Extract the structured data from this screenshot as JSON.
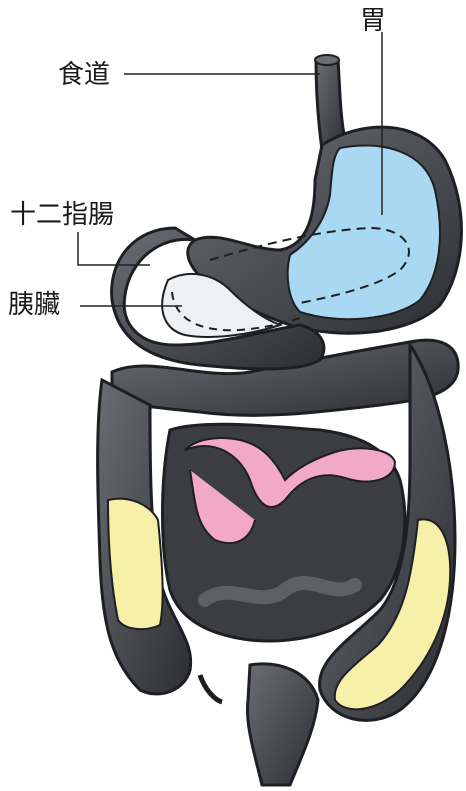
{
  "labels": {
    "esophagus": "食道",
    "stomach": "胃",
    "duodenum": "十二指腸",
    "pancreas": "胰臟"
  },
  "colors": {
    "organ_gray": "#4a4d52",
    "organ_dark": "#1e1f22",
    "stomach_inner": "#a9d8f2",
    "pancreas_fill": "#eef0f2",
    "small_intestine_highlight": "#f2a9c9",
    "colon_fill": "#f7f0a8",
    "leader_line": "#222222"
  }
}
